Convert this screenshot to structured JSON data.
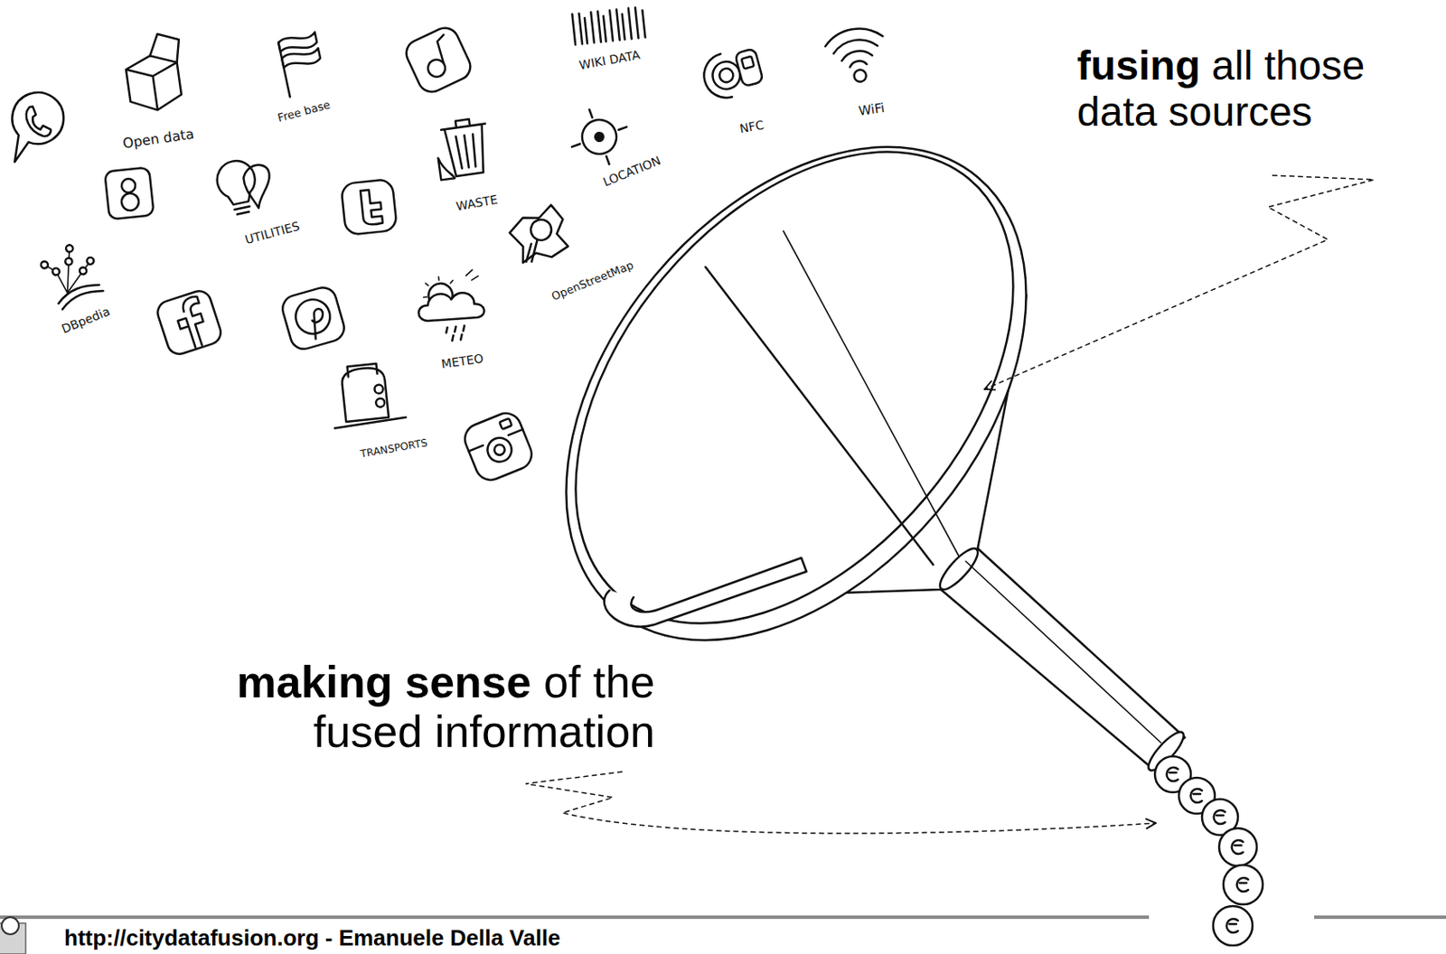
{
  "diagram": {
    "caption": "http://citydatafusion.org - Emanuele Della Valle",
    "labels": [
      "Open data",
      "Free base",
      "WIKI DATA",
      "NFC",
      "WiFi",
      "WASTE",
      "LOCATION",
      "UTILITIES",
      "OpenStreetMap",
      "DBpedia",
      "METEO",
      "TRANSPORTS",
      "fusing all those data sources",
      "making sense of the fused information"
    ]
  }
}
